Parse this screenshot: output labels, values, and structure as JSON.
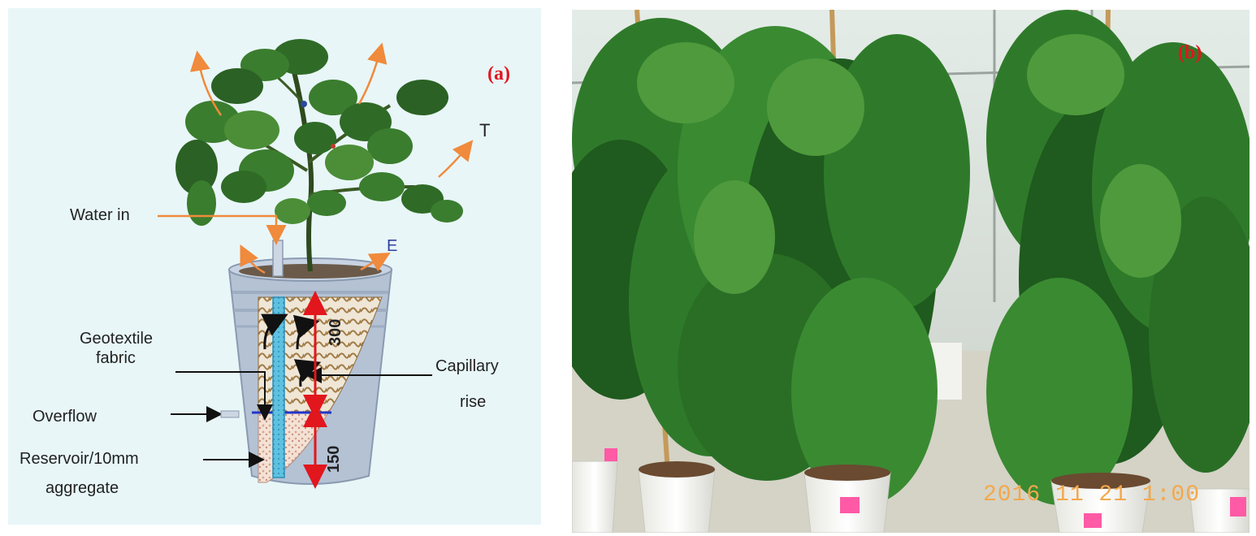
{
  "panel_a": {
    "tag": "(a)",
    "labels": {
      "water_in": "Water in",
      "t": "T",
      "e": "E",
      "geotextile_1": "Geotextile",
      "geotextile_2": "fabric",
      "capillary_1": "Capillary",
      "capillary_2": "rise",
      "overflow": "Overflow",
      "reservoir_1": "Reservoir/10mm",
      "reservoir_2": "aggregate",
      "dim_300": "300",
      "dim_150": "150"
    },
    "colors": {
      "background": "#e8f6f8",
      "arrow_orange": "#f08a3c",
      "dimension_red": "#e2161d",
      "bucket": "#b4c2d4",
      "soil": "#b08a55",
      "wick": "#4fb6d8",
      "water_line": "#2136c8"
    }
  },
  "panel_b": {
    "tag": "(b)",
    "timestamp": "2016 11 21  1:00",
    "colors": {
      "foliage_dark": "#1f5a1e",
      "foliage_mid": "#2f7a2a",
      "foliage_light": "#4f9a3c",
      "stake": "#c49a5a",
      "pot": "#f2f2ee",
      "pink_tag": "#ff5aa5"
    }
  }
}
